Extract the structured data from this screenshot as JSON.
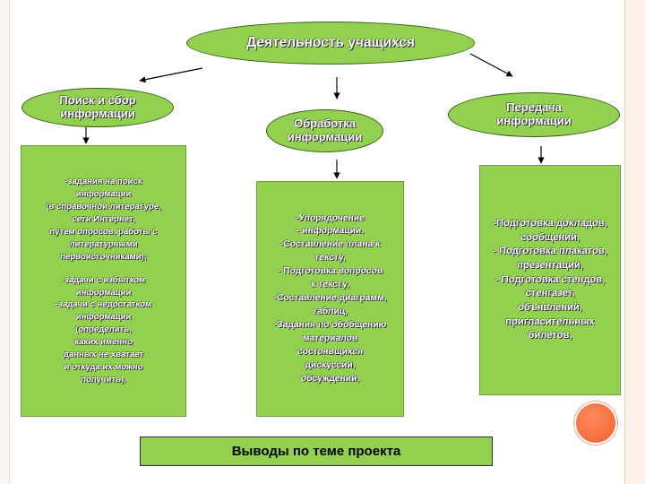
{
  "diagram": {
    "root": {
      "label": "Деятельность учащихся"
    },
    "branches": [
      {
        "id": "search",
        "title": [
          "Поиск и сбор",
          "информации"
        ],
        "items": [
          "-задания на поиск",
          "информации",
          "(в справочной литературе,",
          "сети Интернет,",
          "путем опросов, работы с",
          "литературными",
          "первоисточниками);",
          "",
          "-задачи с избытком",
          "информации",
          "-задачи с недостатком",
          "информации",
          "(определить,",
          "каких именно",
          "данных не хватает",
          "и откуда их можно",
          "получить)."
        ]
      },
      {
        "id": "processing",
        "title": [
          "Обработка",
          "информации"
        ],
        "items": [
          "-Упорядочение",
          "- информации.",
          "-Составление плана к",
          "тексту,",
          "- Подготовка вопросов",
          "к тексту,",
          "-Составление диаграмм,",
          "таблиц,",
          "-Задания по обобщению",
          "материалов",
          "состоявщихся",
          "дискуссий,",
          "обсуждений,"
        ]
      },
      {
        "id": "transfer",
        "title": [
          "Передача",
          "информации"
        ],
        "items": [
          "-Подготовка докладов,",
          "сообщений,",
          "- Подготовка плакатов,",
          "презентаций,",
          "- Подготовка стендов,",
          "стенгазет,",
          "объявлений,",
          "пригласительных",
          "билетов,"
        ]
      }
    ],
    "conclusion": {
      "label": "Выводы по теме проекта"
    }
  },
  "colors": {
    "node_fill": "#92d050",
    "node_border": "#3b5d1b",
    "text_light": "#ffffff",
    "text_dark": "#000000",
    "accent_circle": "#f0602e"
  }
}
